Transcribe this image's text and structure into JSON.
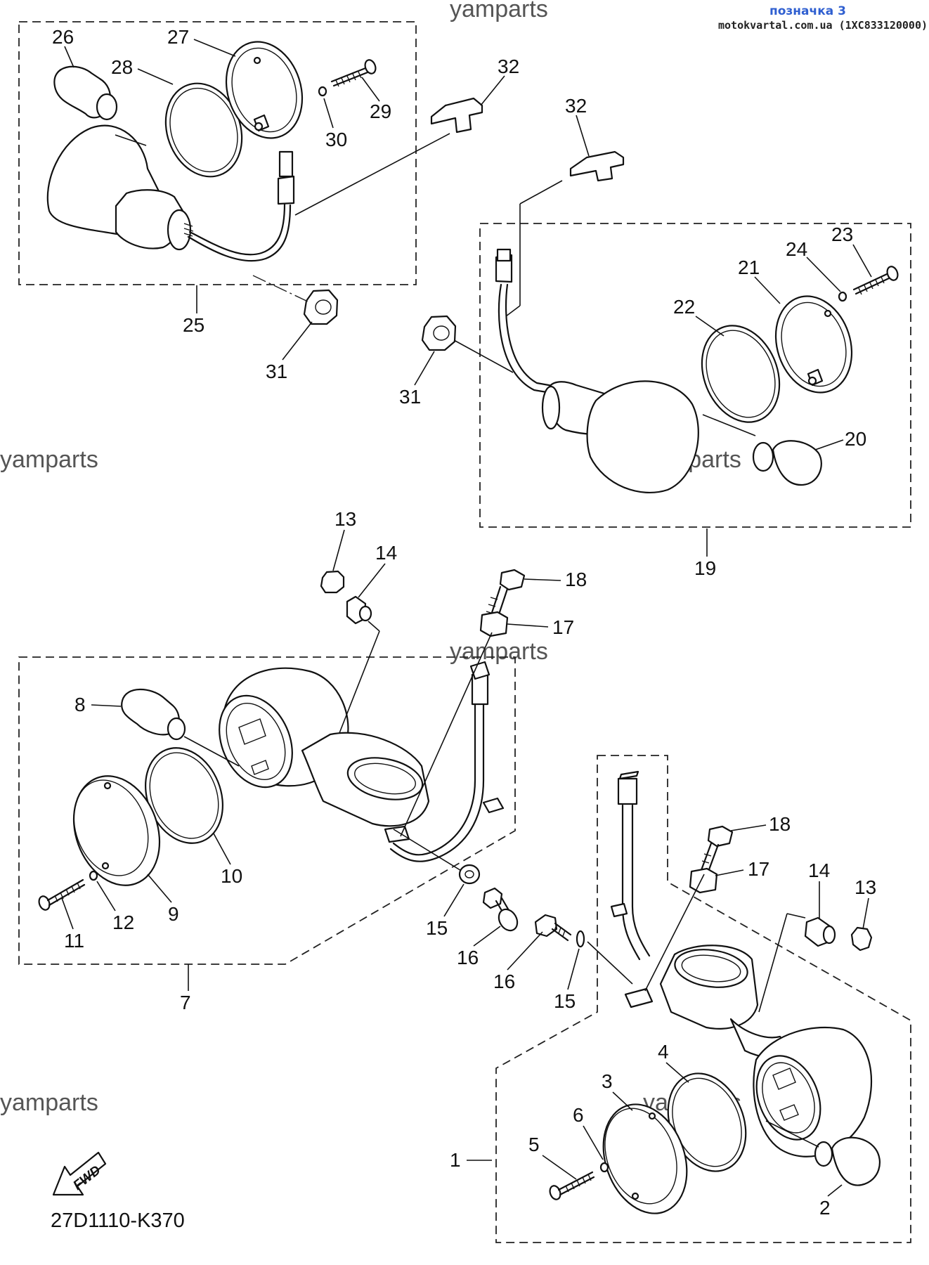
{
  "header": {
    "title": "позначка 3",
    "source": "motokvartal.com.ua (1XC833120000)"
  },
  "watermark": "yamparts",
  "diagram_code": "27D1110-K370",
  "fwd_label": "FWD",
  "callouts": {
    "c1": "1",
    "c2": "2",
    "c3": "3",
    "c4": "4",
    "c5": "5",
    "c6": "6",
    "c7": "7",
    "c8": "8",
    "c9": "9",
    "c10": "10",
    "c11": "11",
    "c12": "12",
    "c13a": "13",
    "c13b": "13",
    "c14a": "14",
    "c14b": "14",
    "c15a": "15",
    "c15b": "15",
    "c16a": "16",
    "c16b": "16",
    "c17a": "17",
    "c17b": "17",
    "c18a": "18",
    "c18b": "18",
    "c19": "19",
    "c20": "20",
    "c21": "21",
    "c22": "22",
    "c23": "23",
    "c24": "24",
    "c25": "25",
    "c26": "26",
    "c27": "27",
    "c28": "28",
    "c29": "29",
    "c30": "30",
    "c31a": "31",
    "c31b": "31",
    "c32a": "32",
    "c32b": "32"
  }
}
